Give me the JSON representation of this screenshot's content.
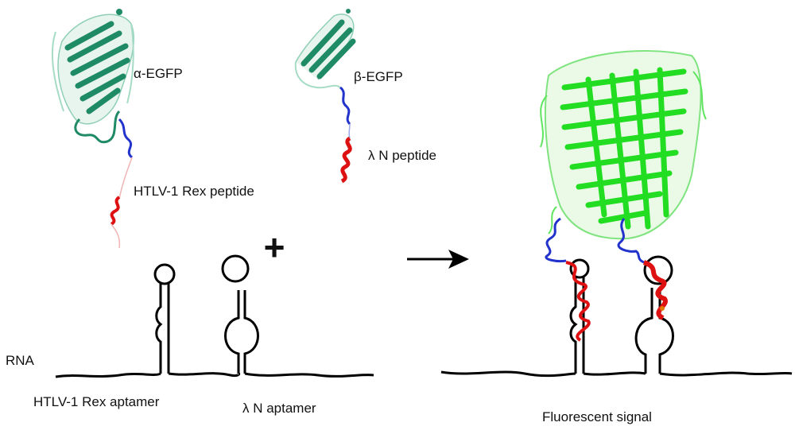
{
  "labels": {
    "alpha_egfp": "α-EGFP",
    "beta_egfp": "β-EGFP",
    "rex_peptide": "HTLV-1 Rex peptide",
    "lambda_peptide": "λ N peptide",
    "rna": "RNA",
    "rex_aptamer": "HTLV-1 Rex aptamer",
    "lambda_aptamer": "λ N aptamer",
    "fluorescent_signal": "Fluorescent signal"
  },
  "symbols": {
    "plus": "+"
  },
  "colors": {
    "half_egfp": "#1f8a66",
    "half_egfp_light": "#bfe6d8",
    "full_gfp": "#22dd22",
    "linker": "#2233cc",
    "peptide": "#dd1111",
    "rna": "#000000"
  }
}
